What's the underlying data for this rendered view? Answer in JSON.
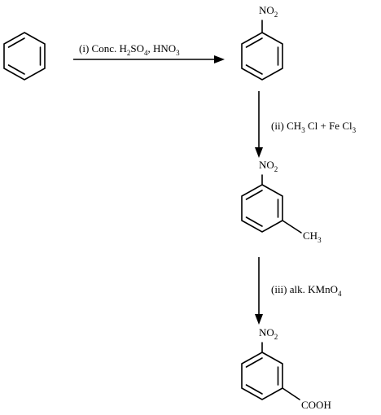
{
  "reaction_scheme": {
    "steps": [
      {
        "number": "(i)",
        "reagent_parts": [
          "Conc. H",
          "2",
          "SO",
          "4",
          ", HNO",
          "3"
        ]
      },
      {
        "number": "(ii)",
        "reagent_parts": [
          "CH",
          "3",
          " Cl + Fe Cl",
          "3"
        ]
      },
      {
        "number": "(iii)",
        "reagent_parts": [
          "alk. KMnO",
          "4"
        ]
      }
    ],
    "compounds": [
      {
        "name": "benzene",
        "substituents": []
      },
      {
        "name": "nitrobenzene",
        "substituents": [
          {
            "label_parts": [
              "NO",
              "2"
            ]
          }
        ]
      },
      {
        "name": "3-nitrotoluene",
        "substituents": [
          {
            "label_parts": [
              "NO",
              "2"
            ]
          },
          {
            "label_parts": [
              "CH",
              "3"
            ]
          }
        ]
      },
      {
        "name": "3-nitrobenzoic-acid",
        "substituents": [
          {
            "label_parts": [
              "NO",
              "2"
            ]
          },
          {
            "label_parts": [
              "COOH"
            ]
          }
        ]
      }
    ]
  }
}
